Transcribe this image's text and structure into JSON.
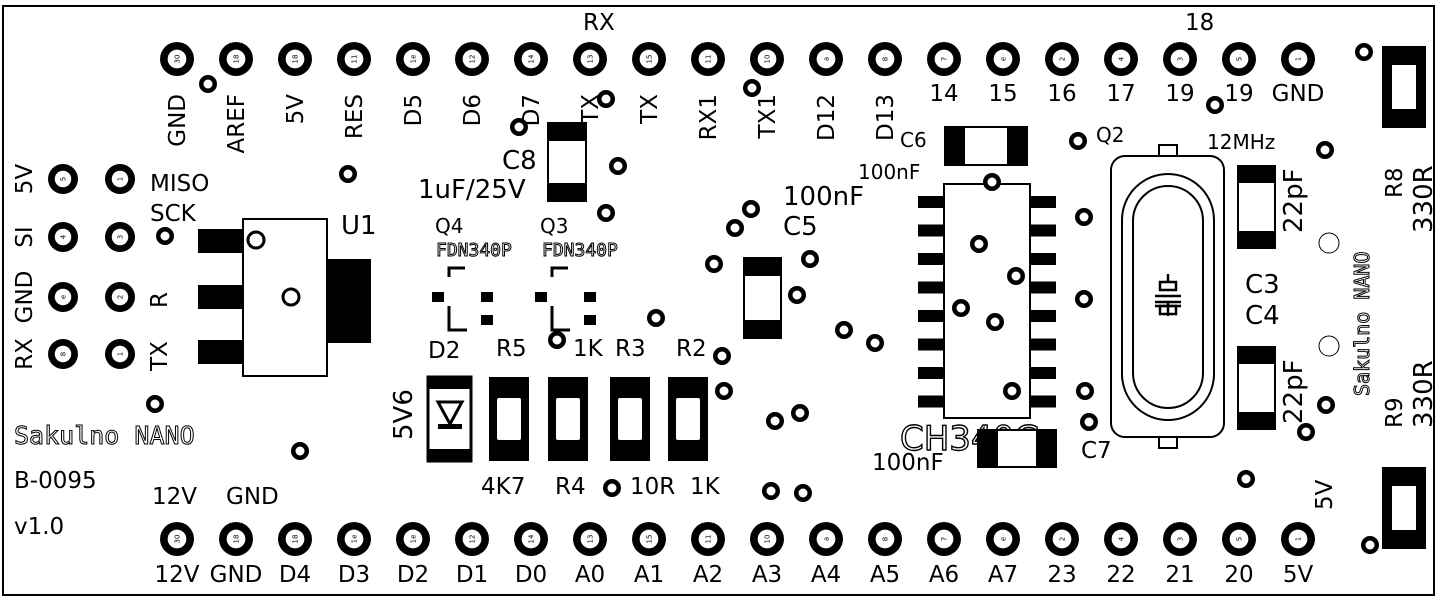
{
  "board": {
    "name": "Sakulno NANO",
    "code": "B-0095",
    "version": "v1.0",
    "side_name": "Sakulno NANO"
  },
  "top_header": {
    "pins": [
      {
        "num": "30",
        "label": "GND"
      },
      {
        "num": "18",
        "label": "AREF"
      },
      {
        "num": "18",
        "label": "5V"
      },
      {
        "num": "11",
        "label": "RES"
      },
      {
        "num": "1e",
        "label": "D5"
      },
      {
        "num": "12",
        "label": "D6"
      },
      {
        "num": "14",
        "label": "D7"
      },
      {
        "num": "13",
        "label": "TX"
      },
      {
        "num": "15",
        "label": "TX"
      },
      {
        "num": "11",
        "label": "RX1"
      },
      {
        "num": "10",
        "label": "TX1"
      },
      {
        "num": "a",
        "label": "D12"
      },
      {
        "num": "8",
        "label": "D13"
      },
      {
        "num": "7",
        "label": "14"
      },
      {
        "num": "e",
        "label": "15"
      },
      {
        "num": "2",
        "label": "16"
      },
      {
        "num": "4",
        "label": "17"
      },
      {
        "num": "3",
        "label": "19"
      },
      {
        "num": "5",
        "label": "19"
      },
      {
        "num": "1",
        "label": "GND"
      }
    ],
    "rx_label": "RX",
    "label_18": "18"
  },
  "bottom_header": {
    "pins": [
      {
        "num": "30",
        "label": "12V"
      },
      {
        "num": "18",
        "label": "GND"
      },
      {
        "num": "18",
        "label": "D4"
      },
      {
        "num": "1e",
        "label": "D3"
      },
      {
        "num": "1e",
        "label": "D2"
      },
      {
        "num": "12",
        "label": "D1"
      },
      {
        "num": "14",
        "label": "D0"
      },
      {
        "num": "13",
        "label": "A0"
      },
      {
        "num": "15",
        "label": "A1"
      },
      {
        "num": "11",
        "label": "A2"
      },
      {
        "num": "10",
        "label": "A3"
      },
      {
        "num": "a",
        "label": "A4"
      },
      {
        "num": "8",
        "label": "A5"
      },
      {
        "num": "7",
        "label": "A6"
      },
      {
        "num": "e",
        "label": "A7"
      },
      {
        "num": "2",
        "label": "23"
      },
      {
        "num": "4",
        "label": "22"
      },
      {
        "num": "3",
        "label": "21"
      },
      {
        "num": "5",
        "label": "20"
      },
      {
        "num": "1",
        "label": "5V"
      }
    ],
    "above_12v": "12V",
    "above_gnd": "GND",
    "above_5v": "5V"
  },
  "isp_header": {
    "left_labels": [
      "5V",
      "SI",
      "GND",
      "RX"
    ],
    "right_labels": [
      "MISO",
      "SCK",
      "R",
      "TX"
    ],
    "left_nums": [
      "5",
      "4",
      "e",
      "8"
    ],
    "right_nums": [
      "1",
      "3",
      "2",
      "1"
    ]
  },
  "components": {
    "u1": "U1",
    "c8": "C8",
    "c8_value": "1uF/25V",
    "q4": "Q4",
    "q4_part": "FDN340P",
    "q3": "Q3",
    "q3_part": "FDN340P",
    "c5": "C5",
    "c5_value": "100nF",
    "c6": "C6",
    "c6_value": "100nF",
    "q2": "Q2",
    "crystal": "12MHz",
    "c3": "C3",
    "c4": "C4",
    "c3_value": "22pF",
    "c4_value": "22pF",
    "r8": "R8",
    "r8_value": "330R",
    "r9": "R9",
    "r9_value": "330R",
    "d2": "D2",
    "d2_value": "5V6",
    "r5": "R5",
    "r5_value": "1K",
    "r3": "R3",
    "r2": "R2",
    "r4": "R4",
    "r4_value_left": "4K7",
    "r3_value": "10R",
    "r2_value": "1K",
    "ic": "CH340G",
    "c7": "C7",
    "c7_value": "100nF"
  },
  "colors": {
    "silkscreen": "#000000",
    "board": "#ffffff"
  }
}
